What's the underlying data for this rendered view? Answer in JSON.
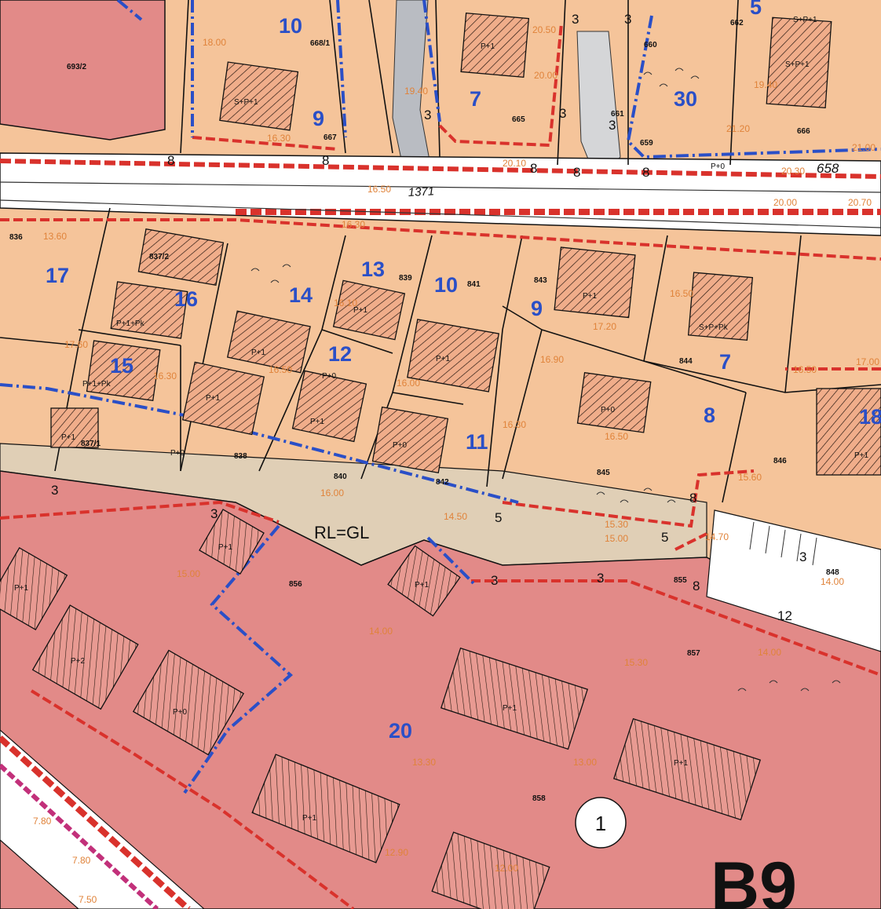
{
  "colors": {
    "residential": "#f5c49a",
    "special": "#e28a88",
    "road": "#ffffff",
    "greenway": "#e0cfb6",
    "hatched": "#f0aa86",
    "red_line": "#d9322c",
    "blue_line": "#2a4fc7",
    "zone_text": "#2a4fc7",
    "elev_text": "#e0833a",
    "black": "#111111"
  },
  "map": {
    "rl_label": "RL=GL",
    "zone_code": "B9",
    "circle_marker": "1",
    "road_parcel": "1371",
    "road_parcel_2": "658",
    "zones": [
      {
        "id": "z10a",
        "text": "10"
      },
      {
        "id": "z9a",
        "text": "9"
      },
      {
        "id": "z7a",
        "text": "7"
      },
      {
        "id": "z30",
        "text": "30"
      },
      {
        "id": "z17",
        "text": "17"
      },
      {
        "id": "z16",
        "text": "16"
      },
      {
        "id": "z14",
        "text": "14"
      },
      {
        "id": "z13",
        "text": "13"
      },
      {
        "id": "z10b",
        "text": "10"
      },
      {
        "id": "z9b",
        "text": "9"
      },
      {
        "id": "z7b",
        "text": "7"
      },
      {
        "id": "z15",
        "text": "15"
      },
      {
        "id": "z12",
        "text": "12"
      },
      {
        "id": "z11",
        "text": "11"
      },
      {
        "id": "z8",
        "text": "8"
      },
      {
        "id": "z18",
        "text": "18"
      },
      {
        "id": "z20",
        "text": "20"
      },
      {
        "id": "z5",
        "text": "5"
      }
    ],
    "parcels": [
      {
        "id": "p6932",
        "text": "693/2"
      },
      {
        "id": "p6681",
        "text": "668/1"
      },
      {
        "id": "p667",
        "text": "667"
      },
      {
        "id": "p665",
        "text": "665"
      },
      {
        "id": "p660",
        "text": "660"
      },
      {
        "id": "p661",
        "text": "661"
      },
      {
        "id": "p659",
        "text": "659"
      },
      {
        "id": "p662",
        "text": "662"
      },
      {
        "id": "p666",
        "text": "666"
      },
      {
        "id": "p836",
        "text": "836"
      },
      {
        "id": "p8372",
        "text": "837/2"
      },
      {
        "id": "p839",
        "text": "839"
      },
      {
        "id": "p841",
        "text": "841"
      },
      {
        "id": "p843",
        "text": "843"
      },
      {
        "id": "p844",
        "text": "844"
      },
      {
        "id": "p8371",
        "text": "837/1"
      },
      {
        "id": "p838",
        "text": "838"
      },
      {
        "id": "p840",
        "text": "840"
      },
      {
        "id": "p842",
        "text": "842"
      },
      {
        "id": "p845",
        "text": "845"
      },
      {
        "id": "p846",
        "text": "846"
      },
      {
        "id": "p848",
        "text": "848"
      },
      {
        "id": "p856",
        "text": "856"
      },
      {
        "id": "p855",
        "text": "855"
      },
      {
        "id": "p857",
        "text": "857"
      },
      {
        "id": "p858",
        "text": "858"
      }
    ],
    "buildings": [
      {
        "id": "b1",
        "text": "S+P+1"
      },
      {
        "id": "b2",
        "text": "P+1"
      },
      {
        "id": "b3",
        "text": "S+P+1"
      },
      {
        "id": "b4",
        "text": "P+0"
      },
      {
        "id": "b5",
        "text": "S+P+1"
      },
      {
        "id": "b6",
        "text": "P+1+Pk"
      },
      {
        "id": "b7",
        "text": "P+1"
      },
      {
        "id": "b8",
        "text": "P+1"
      },
      {
        "id": "b9",
        "text": "P+1"
      },
      {
        "id": "b10",
        "text": "P+1"
      },
      {
        "id": "b11",
        "text": "S+P+Pk"
      },
      {
        "id": "b12",
        "text": "P+1+Pk"
      },
      {
        "id": "b13",
        "text": "P+1"
      },
      {
        "id": "b14",
        "text": "P+0"
      },
      {
        "id": "b15",
        "text": "P+1"
      },
      {
        "id": "b16",
        "text": "P+0"
      },
      {
        "id": "b17",
        "text": "P+0"
      },
      {
        "id": "b18",
        "text": "P+1"
      },
      {
        "id": "b19",
        "text": "P+1"
      },
      {
        "id": "b20",
        "text": "P+1"
      },
      {
        "id": "b21",
        "text": "P+1"
      },
      {
        "id": "b22",
        "text": "P+1"
      },
      {
        "id": "b23",
        "text": "P+2"
      },
      {
        "id": "b24",
        "text": "P+0"
      },
      {
        "id": "b25",
        "text": "P+1"
      },
      {
        "id": "b26",
        "text": "P+1"
      },
      {
        "id": "b27",
        "text": "P+1"
      },
      {
        "id": "b28",
        "text": "P+0"
      }
    ],
    "elevations": [
      {
        "id": "e1",
        "text": "18.00"
      },
      {
        "id": "e2",
        "text": "19.40"
      },
      {
        "id": "e3",
        "text": "16.30"
      },
      {
        "id": "e4",
        "text": "20.50"
      },
      {
        "id": "e5",
        "text": "20.00"
      },
      {
        "id": "e6",
        "text": "20.10"
      },
      {
        "id": "e7",
        "text": "19.40"
      },
      {
        "id": "e8",
        "text": "21.20"
      },
      {
        "id": "e9",
        "text": "20.30"
      },
      {
        "id": "e10",
        "text": "21.00"
      },
      {
        "id": "e11",
        "text": "16.50"
      },
      {
        "id": "e12",
        "text": "16.30"
      },
      {
        "id": "e13",
        "text": "20.00"
      },
      {
        "id": "e14",
        "text": "20.70"
      },
      {
        "id": "e15",
        "text": "13.60"
      },
      {
        "id": "e16",
        "text": "16.10"
      },
      {
        "id": "e17",
        "text": "16.50"
      },
      {
        "id": "e18",
        "text": "17.20"
      },
      {
        "id": "e19",
        "text": "17.60"
      },
      {
        "id": "e20",
        "text": "16.30"
      },
      {
        "id": "e21",
        "text": "16.50"
      },
      {
        "id": "e22",
        "text": "16.00"
      },
      {
        "id": "e23",
        "text": "16.90"
      },
      {
        "id": "e24",
        "text": "16.50"
      },
      {
        "id": "e25",
        "text": "17.00"
      },
      {
        "id": "e26",
        "text": "16.30"
      },
      {
        "id": "e27",
        "text": "16.50"
      },
      {
        "id": "e28",
        "text": "15.60"
      },
      {
        "id": "e29",
        "text": "16.00"
      },
      {
        "id": "e30",
        "text": "14.50"
      },
      {
        "id": "e31",
        "text": "15.30"
      },
      {
        "id": "e32",
        "text": "15.00"
      },
      {
        "id": "e33",
        "text": "14.70"
      },
      {
        "id": "e34",
        "text": "14.00"
      },
      {
        "id": "e35",
        "text": "15.00"
      },
      {
        "id": "e36",
        "text": "14.00"
      },
      {
        "id": "e37",
        "text": "15.30"
      },
      {
        "id": "e38",
        "text": "14.00"
      },
      {
        "id": "e39",
        "text": "13.30"
      },
      {
        "id": "e40",
        "text": "13.00"
      },
      {
        "id": "e41",
        "text": "12.90"
      },
      {
        "id": "e42",
        "text": "7.80"
      },
      {
        "id": "e43",
        "text": "7.80"
      },
      {
        "id": "e44",
        "text": "7.50"
      },
      {
        "id": "e45",
        "text": "12.00"
      }
    ],
    "setbacks": [
      {
        "id": "s1",
        "text": "8"
      },
      {
        "id": "s2",
        "text": "8"
      },
      {
        "id": "s3",
        "text": "3"
      },
      {
        "id": "s4",
        "text": "3"
      },
      {
        "id": "s5",
        "text": "8"
      },
      {
        "id": "s6",
        "text": "3"
      },
      {
        "id": "s7",
        "text": "3"
      },
      {
        "id": "s8",
        "text": "8"
      },
      {
        "id": "s9",
        "text": "8"
      },
      {
        "id": "s10",
        "text": "3"
      },
      {
        "id": "s11",
        "text": "3"
      },
      {
        "id": "s12",
        "text": "3"
      },
      {
        "id": "s13",
        "text": "3"
      },
      {
        "id": "s14",
        "text": "5"
      },
      {
        "id": "s15",
        "text": "5"
      },
      {
        "id": "s16",
        "text": "8"
      },
      {
        "id": "s17",
        "text": "8"
      },
      {
        "id": "s18",
        "text": "12"
      },
      {
        "id": "s19",
        "text": "3"
      },
      {
        "id": "s20",
        "text": "3"
      }
    ]
  }
}
